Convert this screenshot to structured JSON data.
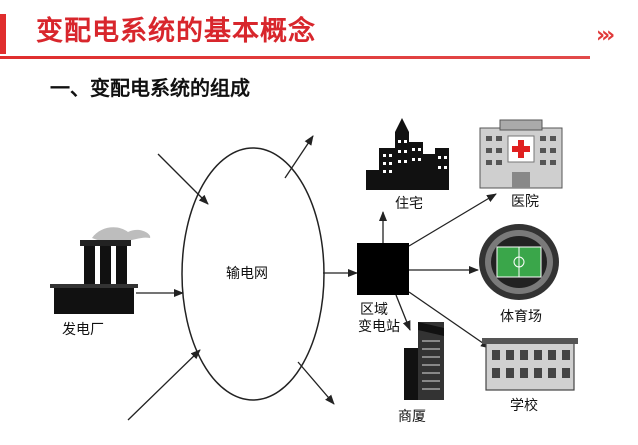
{
  "header": {
    "title": "变配电系统的基本概念",
    "accent_color": "#d8262c",
    "chevron_icon": "double-chevron-right-icon"
  },
  "section": {
    "heading": "一、变配电系统的组成"
  },
  "diagram": {
    "nodes": {
      "power_plant": "发电厂",
      "grid": "输电网",
      "substation_line1": "区域",
      "substation_line2": "变电站",
      "residence": "住宅",
      "hospital": "医院",
      "stadium": "体育场",
      "school": "学校",
      "commercial": "商厦"
    }
  }
}
